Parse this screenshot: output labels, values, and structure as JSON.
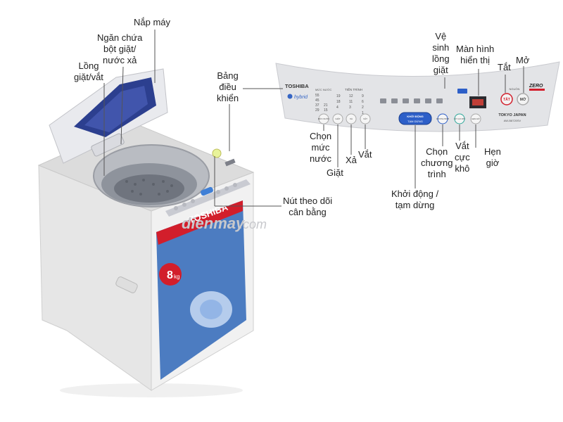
{
  "callouts": {
    "lid": "Nắp máy",
    "detergent_line1": "Ngăn chứa",
    "detergent_line2": "bột giặt/",
    "detergent_line3": "nước xả",
    "drum_line1": "Lồng",
    "drum_line2": "giặt/vắt",
    "panel_line1": "Bảng",
    "panel_line2": "điều",
    "panel_line3": "khiển",
    "balance_line1": "Nút theo dõi",
    "balance_line2": "cân bằng",
    "cleaning_line1": "Vệ",
    "cleaning_line2": "sinh",
    "cleaning_line3": "lồng",
    "cleaning_line4": "giặt",
    "display_line1": "Màn hình",
    "display_line2": "hiển thị",
    "off": "Tắt",
    "on": "Mở",
    "water_line1": "Chọn",
    "water_line2": "mức",
    "water_line3": "nước",
    "wash": "Giặt",
    "rinse": "Xả",
    "spin": "Vắt",
    "program_line1": "Chọn",
    "program_line2": "chương",
    "program_line3": "trình",
    "dry_line1": "Vắt",
    "dry_line2": "cực",
    "dry_line3": "khô",
    "timer_line1": "Hẹn",
    "timer_line2": "giờ",
    "start_line1": "Khởi động /",
    "start_line2": "tạm dừng"
  },
  "panel": {
    "brand": "TOSHIBA",
    "hybrid": "hybrid",
    "origin": "TOKYO JAPAN",
    "model": "AW-B8720SV",
    "zero": "ZERO",
    "btn_off": "TẮT",
    "btn_on": "MỞ",
    "power_caption": "NGUỒN",
    "start_btn_line1": "KHỞI ĐỘNG",
    "start_btn_line2": "TẠM DỪNG",
    "water_btn": "MỨC NƯỚC",
    "wash_btn": "GIẶT",
    "rinse_btn": "XẢ",
    "spin_btn": "VẮT",
    "program_btn": "CHƯƠNG TRÌNH",
    "dry_btn": "VẮT CỰC KHÔ",
    "timer_btn": "HẸN GIỜ",
    "progress_caption": "TIẾN TRÌNH",
    "water_caption": "MỨC NƯỚC",
    "levels": [
      "55",
      "45",
      "37",
      "29",
      "21",
      "15"
    ],
    "numbers": [
      "19",
      "18",
      "12",
      "11",
      "9",
      "6",
      "4",
      "3",
      "2",
      "1"
    ]
  },
  "machine": {
    "brand": "TOSHIBA",
    "capacity": "8",
    "unit": "kg"
  },
  "watermark": {
    "text": "dienmay",
    "suffix": ".com"
  },
  "colors": {
    "accent_blue": "#2d5fc8",
    "brand_red": "#d21e2b",
    "panel_gray": "#e3e4e7",
    "machine_body": "#ececec"
  }
}
